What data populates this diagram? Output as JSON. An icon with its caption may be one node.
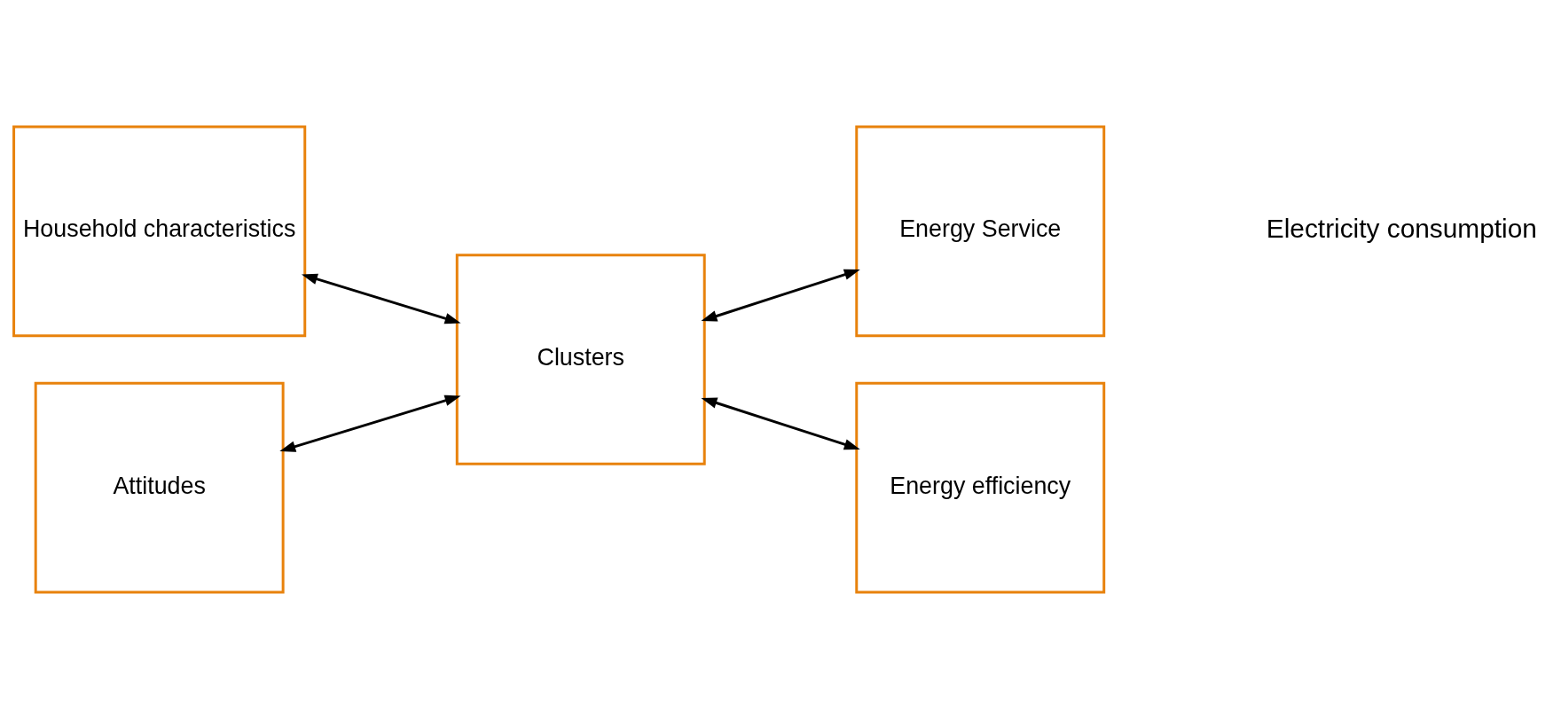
{
  "diagram": {
    "nodes": [
      {
        "text": [
          "Household characteristics"
        ]
      },
      {
        "text": [
          "Attitudes"
        ]
      },
      {
        "text": [
          "Clusters"
        ]
      },
      {
        "text": [
          "Energy Service"
        ]
      },
      {
        "text": [
          "Energy efficiency"
        ]
      }
    ],
    "edges": [
      {
        "from": 0,
        "to": 2,
        "arrow": "both"
      },
      {
        "from": 1,
        "to": 2,
        "arrow": "both"
      },
      {
        "from": 2,
        "to": 3,
        "arrow": "both"
      },
      {
        "from": 2,
        "to": 4,
        "arrow": "both"
      }
    ],
    "labels": [
      "Electricity consumption"
    ]
  }
}
